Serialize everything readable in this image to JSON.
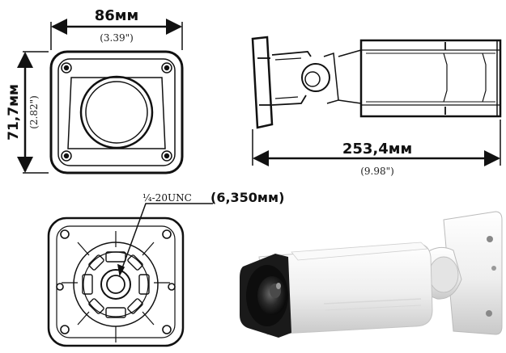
{
  "front_view": {
    "width_main": "86мм",
    "width_sub": "(3.39\")",
    "height_main": "71,7мм",
    "height_sub": "(2.82\")"
  },
  "side_view": {
    "length_main": "253,4мм",
    "length_sub": "(9.98\")"
  },
  "bottom_view": {
    "thread_label": "¼-20UNC",
    "thread_metric": "(6,350мм)"
  },
  "photo": {
    "body_color": "#f2f2f2",
    "lens_hood_color": "#1a1a1a"
  }
}
